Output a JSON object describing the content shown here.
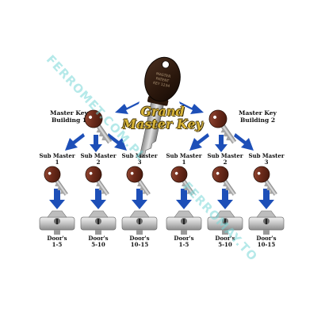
{
  "grand_master": {
    "label_line1": "Grand",
    "label_line2": "Master Key",
    "engraving": [
      "MASTER",
      "PATENT",
      "KEY 1234"
    ]
  },
  "master_keys": [
    {
      "line1": "Master Key",
      "line2": "Building 1"
    },
    {
      "line1": "Master Key",
      "line2": "Building 2"
    }
  ],
  "sub_masters": [
    {
      "line1": "Sub Master",
      "line2": "1"
    },
    {
      "line1": "Sub Master",
      "line2": "2"
    },
    {
      "line1": "Sub Master",
      "line2": "3"
    },
    {
      "line1": "Sub Master",
      "line2": "1"
    },
    {
      "line1": "Sub Master",
      "line2": "2"
    },
    {
      "line1": "Sub Master",
      "line2": "3"
    }
  ],
  "doors": [
    {
      "line1": "Door's",
      "line2": "1-5"
    },
    {
      "line1": "Door's",
      "line2": "5-10"
    },
    {
      "line1": "Door's",
      "line2": "10-15"
    },
    {
      "line1": "Door's",
      "line2": "1-5"
    },
    {
      "line1": "Door's",
      "line2": "5-10"
    },
    {
      "line1": "Door's",
      "line2": "10-15"
    }
  ],
  "watermarks": [
    "FERROMET.COM.PL",
    "FERROMAY.TO"
  ],
  "colors": {
    "arrow": "#1d4fb8",
    "key_bow": "#6b2a1a",
    "key_blade": "#b6b6b6",
    "cylinder": "#cfcfcf",
    "title": "#d8b53a",
    "watermark": "#78d7d7"
  }
}
